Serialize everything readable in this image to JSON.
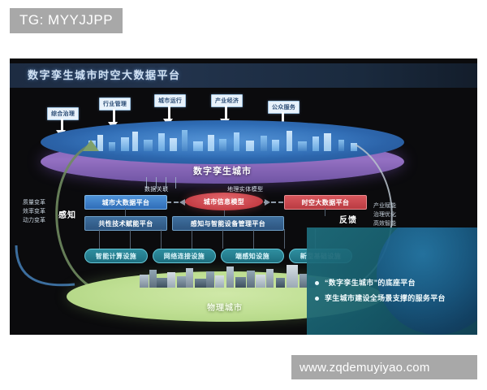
{
  "tag": {
    "text": "TG: MYYJJPP"
  },
  "figure": {
    "title": "数字孪生城市时空大数据平台",
    "capability_labels": [
      {
        "label": "综合治理"
      },
      {
        "label": "行业管理"
      },
      {
        "label": "城市运行"
      },
      {
        "label": "产业经济"
      },
      {
        "label": "公众服务"
      }
    ],
    "digital_twin": {
      "label": "数字孪生城市"
    },
    "mid_notes": [
      {
        "label": "数据关联"
      },
      {
        "label": "地理实体模型"
      }
    ],
    "platform_row": [
      {
        "label": "城市大数据平台",
        "style": "blue"
      },
      {
        "label": "城市信息模型",
        "style": "red-ellipse"
      },
      {
        "label": "时空大数据平台",
        "style": "red"
      }
    ],
    "enable_row": [
      {
        "label": "共性技术赋能平台"
      },
      {
        "label": "感知与智能设备管理平台"
      }
    ],
    "infra_row": [
      {
        "label": "智能计算设施"
      },
      {
        "label": "网络连接设施"
      },
      {
        "label": "端感知设施"
      },
      {
        "label": "新型基础设施"
      }
    ],
    "left_axis": {
      "title": "感知",
      "items": [
        "质量变革",
        "效率变革",
        "动力变革"
      ]
    },
    "right_axis": {
      "title": "反馈",
      "items": [
        "产业赋能",
        "治理优化",
        "高效智能"
      ]
    },
    "physical": {
      "label": "物理城市"
    },
    "overlay": {
      "bullets": [
        "“数字孪生城市”的底座平台",
        "孪生城市建设全场景支撑的服务平台"
      ]
    },
    "colors": {
      "background": "#0b0b0d",
      "title_bar": "#1d2c42",
      "blue_box": "#3a7ec4",
      "red_box": "#c63f46",
      "teal_box": "#2e8fa0",
      "ground_green": "#bfdf93",
      "disc_purple": "#8a66bb",
      "overlay_teal": "#1e6e7d"
    }
  },
  "watermark": {
    "text": "www.zqdemuyiyao.com"
  }
}
